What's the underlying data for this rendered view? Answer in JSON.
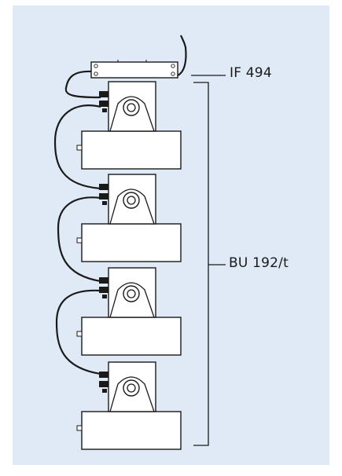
{
  "labels": {
    "interface": "IF 494",
    "module_stack": "BU 192/t"
  },
  "colors": {
    "background": "#dfeaf6",
    "line": "#1a1a1a",
    "unit_fill": "#ffffff"
  },
  "units": [
    {
      "name": "unit-1"
    },
    {
      "name": "unit-2"
    },
    {
      "name": "unit-3"
    },
    {
      "name": "unit-4"
    }
  ]
}
